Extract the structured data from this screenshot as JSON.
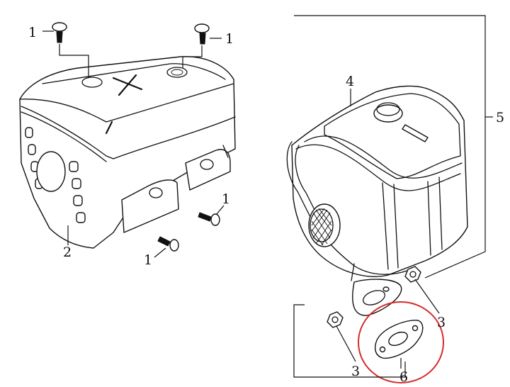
{
  "callouts": {
    "screw_top_left": "1",
    "screw_top_right": "1",
    "screw_right": "1",
    "screw_bottom": "1",
    "cover": "2",
    "nut_right": "3",
    "nut_left": "3",
    "muffler": "4",
    "assembly": "5",
    "gasket": "6"
  },
  "colors": {
    "line": "#111111",
    "highlight": "#d82a2a",
    "background": "#ffffff"
  }
}
